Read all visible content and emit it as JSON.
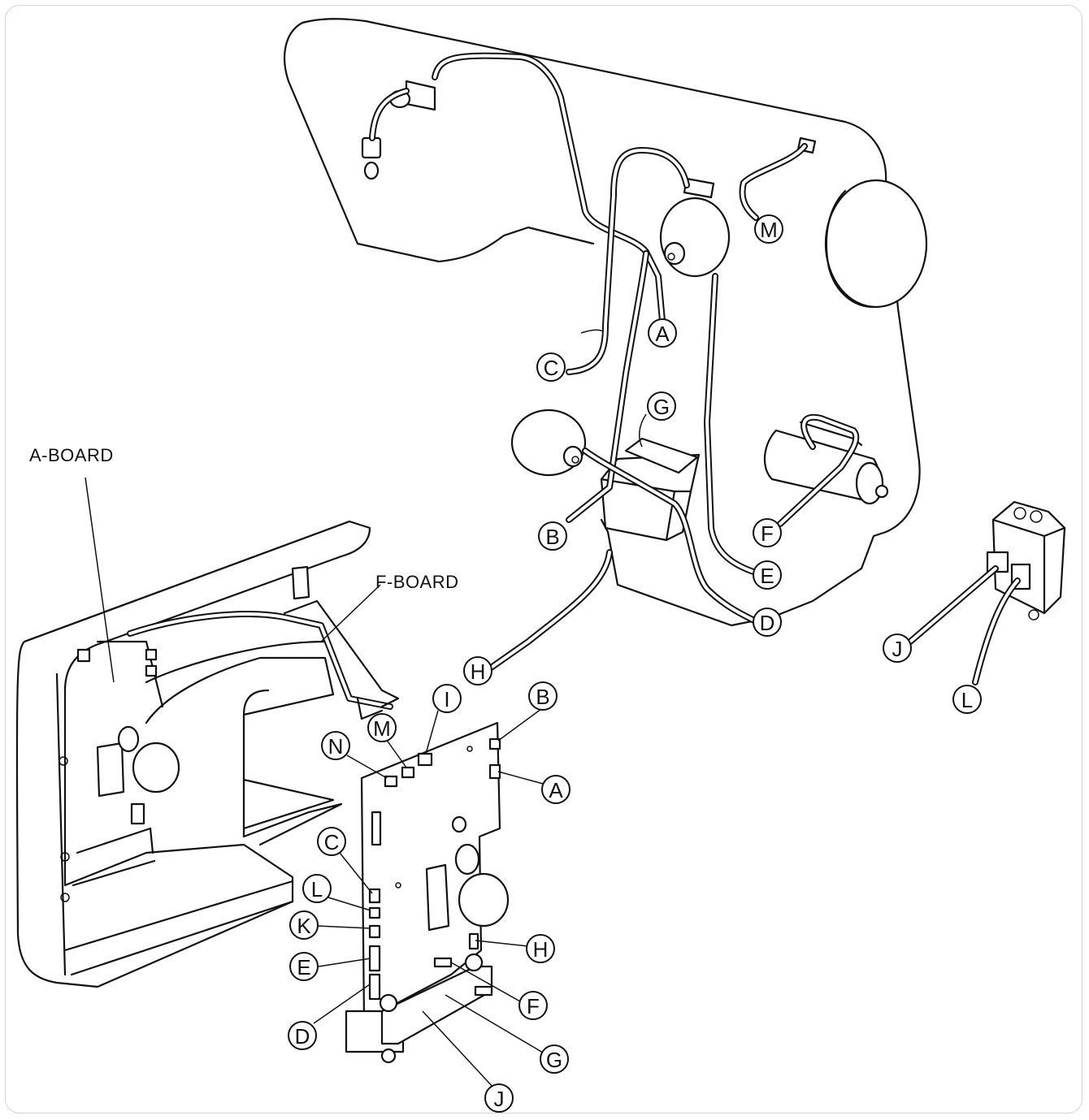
{
  "labels": {
    "a_board": "A-BOARD",
    "f_board": "F-BOARD"
  },
  "callouts": [
    {
      "id": "M",
      "text": "M"
    },
    {
      "id": "A",
      "text": "A"
    },
    {
      "id": "C",
      "text": "C"
    },
    {
      "id": "G",
      "text": "G"
    },
    {
      "id": "B",
      "text": "B"
    },
    {
      "id": "F",
      "text": "F"
    },
    {
      "id": "E",
      "text": "E"
    },
    {
      "id": "D",
      "text": "D"
    },
    {
      "id": "H",
      "text": "H"
    },
    {
      "id": "J",
      "text": "J"
    },
    {
      "id": "L",
      "text": "L"
    },
    {
      "id": "I",
      "text": "I"
    },
    {
      "id": "M",
      "text": "M"
    },
    {
      "id": "N",
      "text": "N"
    },
    {
      "id": "B",
      "text": "B"
    },
    {
      "id": "A",
      "text": "A"
    },
    {
      "id": "C",
      "text": "C"
    },
    {
      "id": "L",
      "text": "L"
    },
    {
      "id": "K",
      "text": "K"
    },
    {
      "id": "E",
      "text": "E"
    },
    {
      "id": "D",
      "text": "D"
    },
    {
      "id": "H",
      "text": "H"
    },
    {
      "id": "F",
      "text": "F"
    },
    {
      "id": "G",
      "text": "G"
    },
    {
      "id": "J",
      "text": "J"
    }
  ]
}
